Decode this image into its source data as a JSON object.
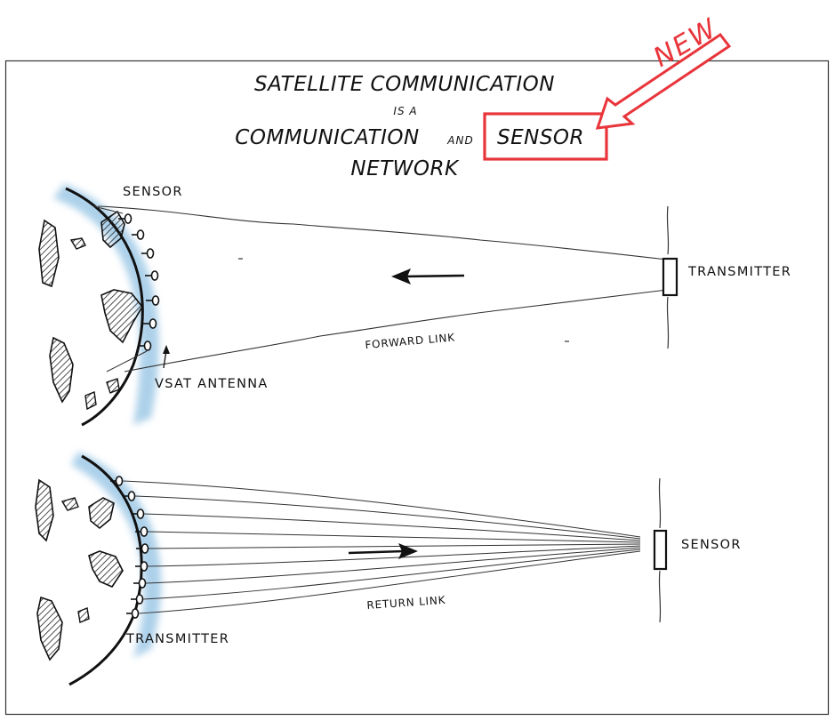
{
  "title": {
    "line1": "SATELLITE COMMUNICATION",
    "line2": "IS A",
    "line3_part1": "COMMUNICATION",
    "line3_part2": "AND",
    "line3_part3": "SENSOR",
    "line4": "NETWORK"
  },
  "callout": {
    "text": "NEW",
    "color": "#e8353b"
  },
  "forward_panel": {
    "earth_label": "SENSOR",
    "satellite_label": "TRANSMITTER",
    "link_label": "FORWARD LINK",
    "antenna_label": "VSAT ANTENNA"
  },
  "return_panel": {
    "earth_label": "TRANSMITTER",
    "satellite_label": "SENSOR",
    "link_label": "RETURN LINK"
  },
  "colors": {
    "atmosphere": "#a9cfe9",
    "ink": "#111111",
    "accent": "#e8353b"
  }
}
